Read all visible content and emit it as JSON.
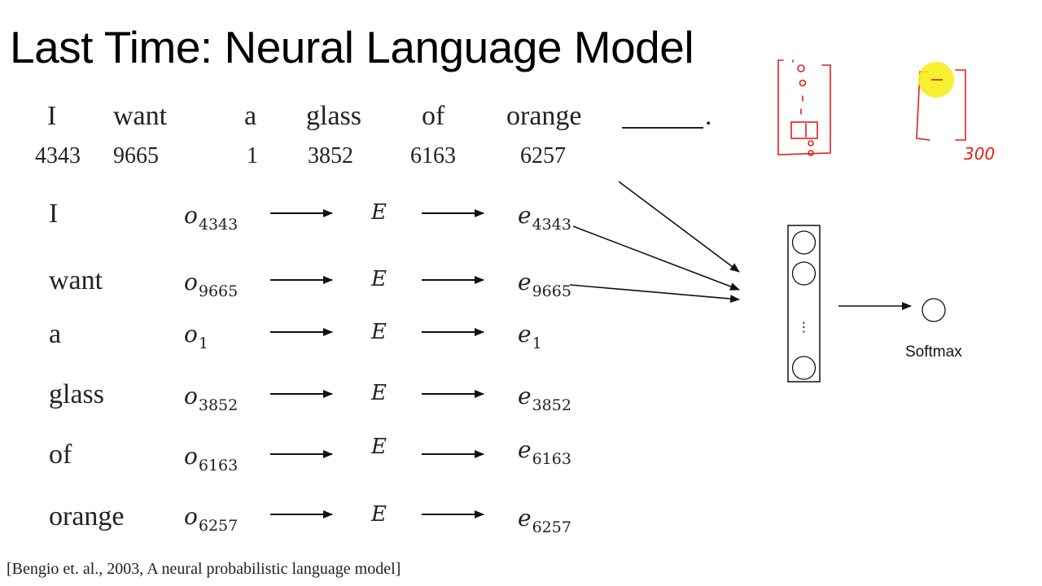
{
  "title": "Last Time: Neural Language Model",
  "sentence": {
    "words": [
      "I",
      "want",
      "a",
      "glass",
      "of",
      "orange"
    ],
    "indices": [
      "4343",
      "9665",
      "1",
      "3852",
      "6163",
      "6257"
    ],
    "blank_end": "."
  },
  "rows": [
    {
      "word": "I",
      "o_symbol": "o",
      "o_sub": "4343",
      "matrix": "E",
      "e_symbol": "e",
      "e_sub": "4343"
    },
    {
      "word": "want",
      "o_symbol": "o",
      "o_sub": "9665",
      "matrix": "E",
      "e_symbol": "e",
      "e_sub": "9665"
    },
    {
      "word": "a",
      "o_symbol": "o",
      "o_sub": "1",
      "matrix": "E",
      "e_symbol": "e",
      "e_sub": "1"
    },
    {
      "word": "glass",
      "o_symbol": "o",
      "o_sub": "3852",
      "matrix": "E",
      "e_symbol": "e",
      "e_sub": "3852"
    },
    {
      "word": "of",
      "o_symbol": "o",
      "o_sub": "6163",
      "matrix": "E",
      "e_symbol": "e",
      "e_sub": "6163"
    },
    {
      "word": "orange",
      "o_symbol": "o",
      "o_sub": "6257",
      "matrix": "E",
      "e_symbol": "e",
      "e_sub": "6257"
    }
  ],
  "hidden_layer": {
    "ellipsis": "⋮"
  },
  "softmax_label": "Softmax",
  "annotation": {
    "handwritten_number": "300",
    "ink_color": "#e0201a",
    "pointer_color": "#f4ee1a"
  },
  "citation": "[Bengio et. al., 2003, A neural probabilistic language model]"
}
